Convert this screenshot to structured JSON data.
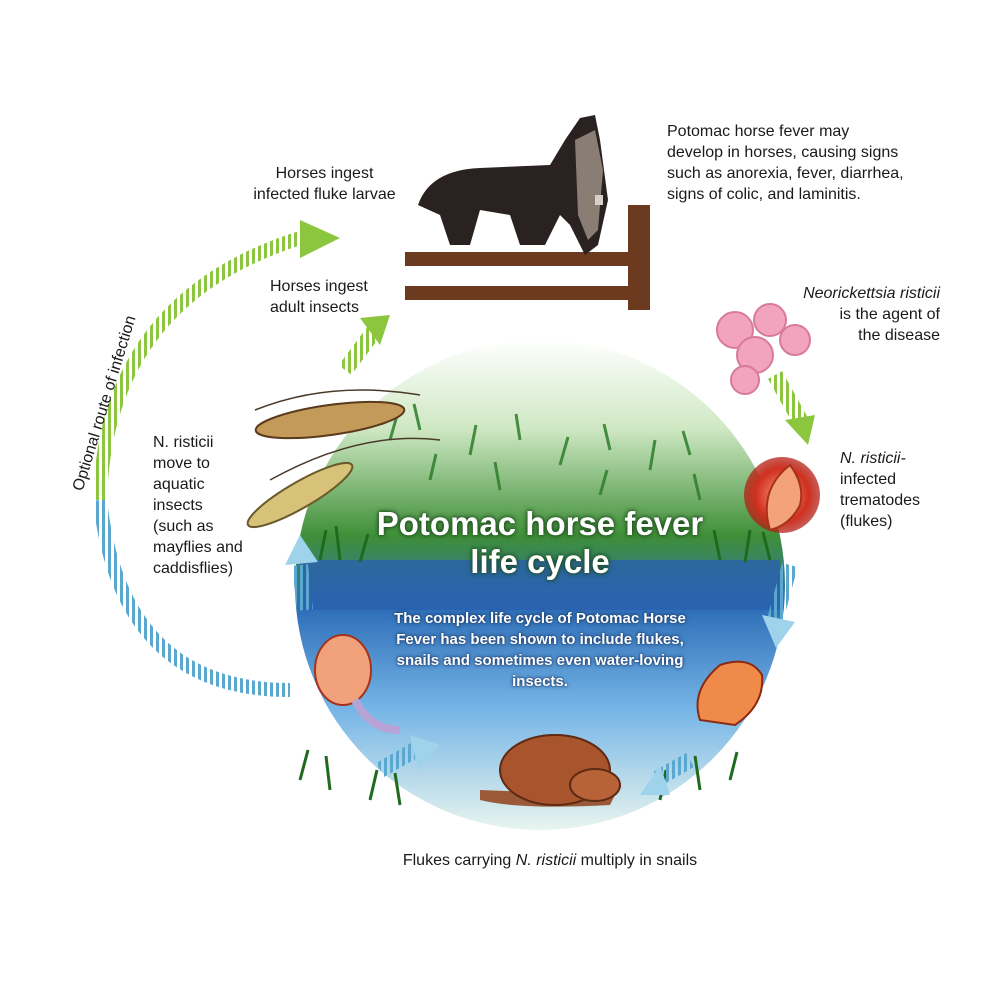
{
  "title_line1": "Potomac horse fever",
  "title_line2": "life cycle",
  "description": "The complex life cycle of Potomac Horse Fever has been shown to include flukes, snails and sometimes even water-loving insects.",
  "labels": {
    "ingest_larvae": [
      "Horses ingest",
      "infected fluke larvae"
    ],
    "ingest_insects": [
      "Horses ingest",
      "adult insects"
    ],
    "disease_signs": [
      "Potomac horse fever may",
      "develop in horses, causing signs",
      "such as anorexia, fever, diarrhea,",
      "signs of colic, and laminitis."
    ],
    "agent_name": "Neorickettsia risticii",
    "agent_rest": [
      "is the agent of",
      "the disease"
    ],
    "trematodes_italic": "N. risticii-",
    "trematodes_rest": [
      "infected",
      "trematodes",
      "(flukes)"
    ],
    "aquatic": [
      "N. risticii",
      "move to",
      "aquatic",
      "insects",
      "(such as",
      "mayflies and",
      "caddisflies)"
    ],
    "snails_pre": "Flukes carrying ",
    "snails_italic": "N. risticii",
    "snails_post": " multiply in snails",
    "optional_route": "Optional route of infection"
  },
  "colors": {
    "green_arrow": "#8cc63f",
    "blue_arrow": "#7ec8e3",
    "water": "#2f6fb8",
    "grass": "#2e8b2e"
  }
}
